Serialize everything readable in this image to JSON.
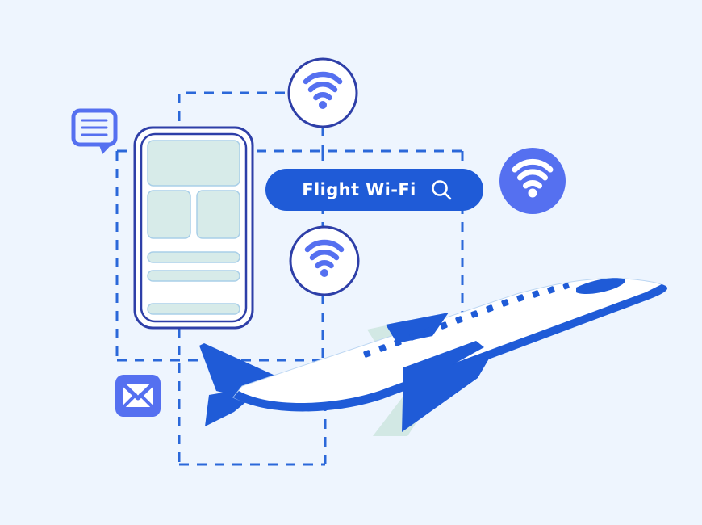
{
  "scene": {
    "title": "Flight Wi-Fi connectivity illustration",
    "background_color": "#eef5fe"
  },
  "search_bar": {
    "label": "Flight Wi-Fi",
    "placeholder": "Flight Wi-Fi",
    "icon": "search-icon",
    "fill_color": "#1f5bd7",
    "text_color": "#ffffff"
  },
  "icons": {
    "chat_bubble": {
      "name": "chat-bubble-icon",
      "line_count": 3,
      "color": "#5570f0"
    },
    "envelope": {
      "name": "envelope-icon",
      "color": "#5570f0"
    },
    "wifi_badge_solid": {
      "name": "wifi-badge-solid",
      "fill_color": "#5570f0",
      "glyph_color": "#ffffff",
      "arc_count": 3
    },
    "wifi_badge_outline_top": {
      "name": "wifi-badge-outline-top",
      "fill_color": "#ffffff",
      "ring_color": "#2e3fa8",
      "glyph_color": "#5570f0",
      "arc_count": 3
    },
    "wifi_badge_outline_middle": {
      "name": "wifi-badge-outline-middle",
      "fill_color": "#ffffff",
      "ring_color": "#2e3fa8",
      "glyph_color": "#5570f0",
      "arc_count": 3
    }
  },
  "phone": {
    "name": "phone-mockup",
    "frame_color": "#2e3fa8",
    "screen_color": "#ffffff",
    "block_fill": "#d7ebe9",
    "block_stroke": "#a9cfe8",
    "blocks": [
      {
        "name": "hero-block",
        "shape": "rect"
      },
      {
        "name": "tile-block-left",
        "shape": "rect"
      },
      {
        "name": "tile-block-right",
        "shape": "rect"
      },
      {
        "name": "list-bar-1",
        "shape": "pill"
      },
      {
        "name": "list-bar-2",
        "shape": "pill"
      },
      {
        "name": "list-bar-3",
        "shape": "pill"
      }
    ]
  },
  "airplane": {
    "name": "airplane-illustration",
    "body_color": "#ffffff",
    "accent_color": "#1f5bd7",
    "wing_tint_color": "#d2e8e4",
    "window_color": "#1f5bd7",
    "window_count": 19,
    "direction": "ascending-right"
  },
  "connectors": {
    "name": "dashed-connector-network",
    "color": "#2b68d9",
    "style": "dashed",
    "dash_pattern": "12 10",
    "stroke_width": 3
  }
}
